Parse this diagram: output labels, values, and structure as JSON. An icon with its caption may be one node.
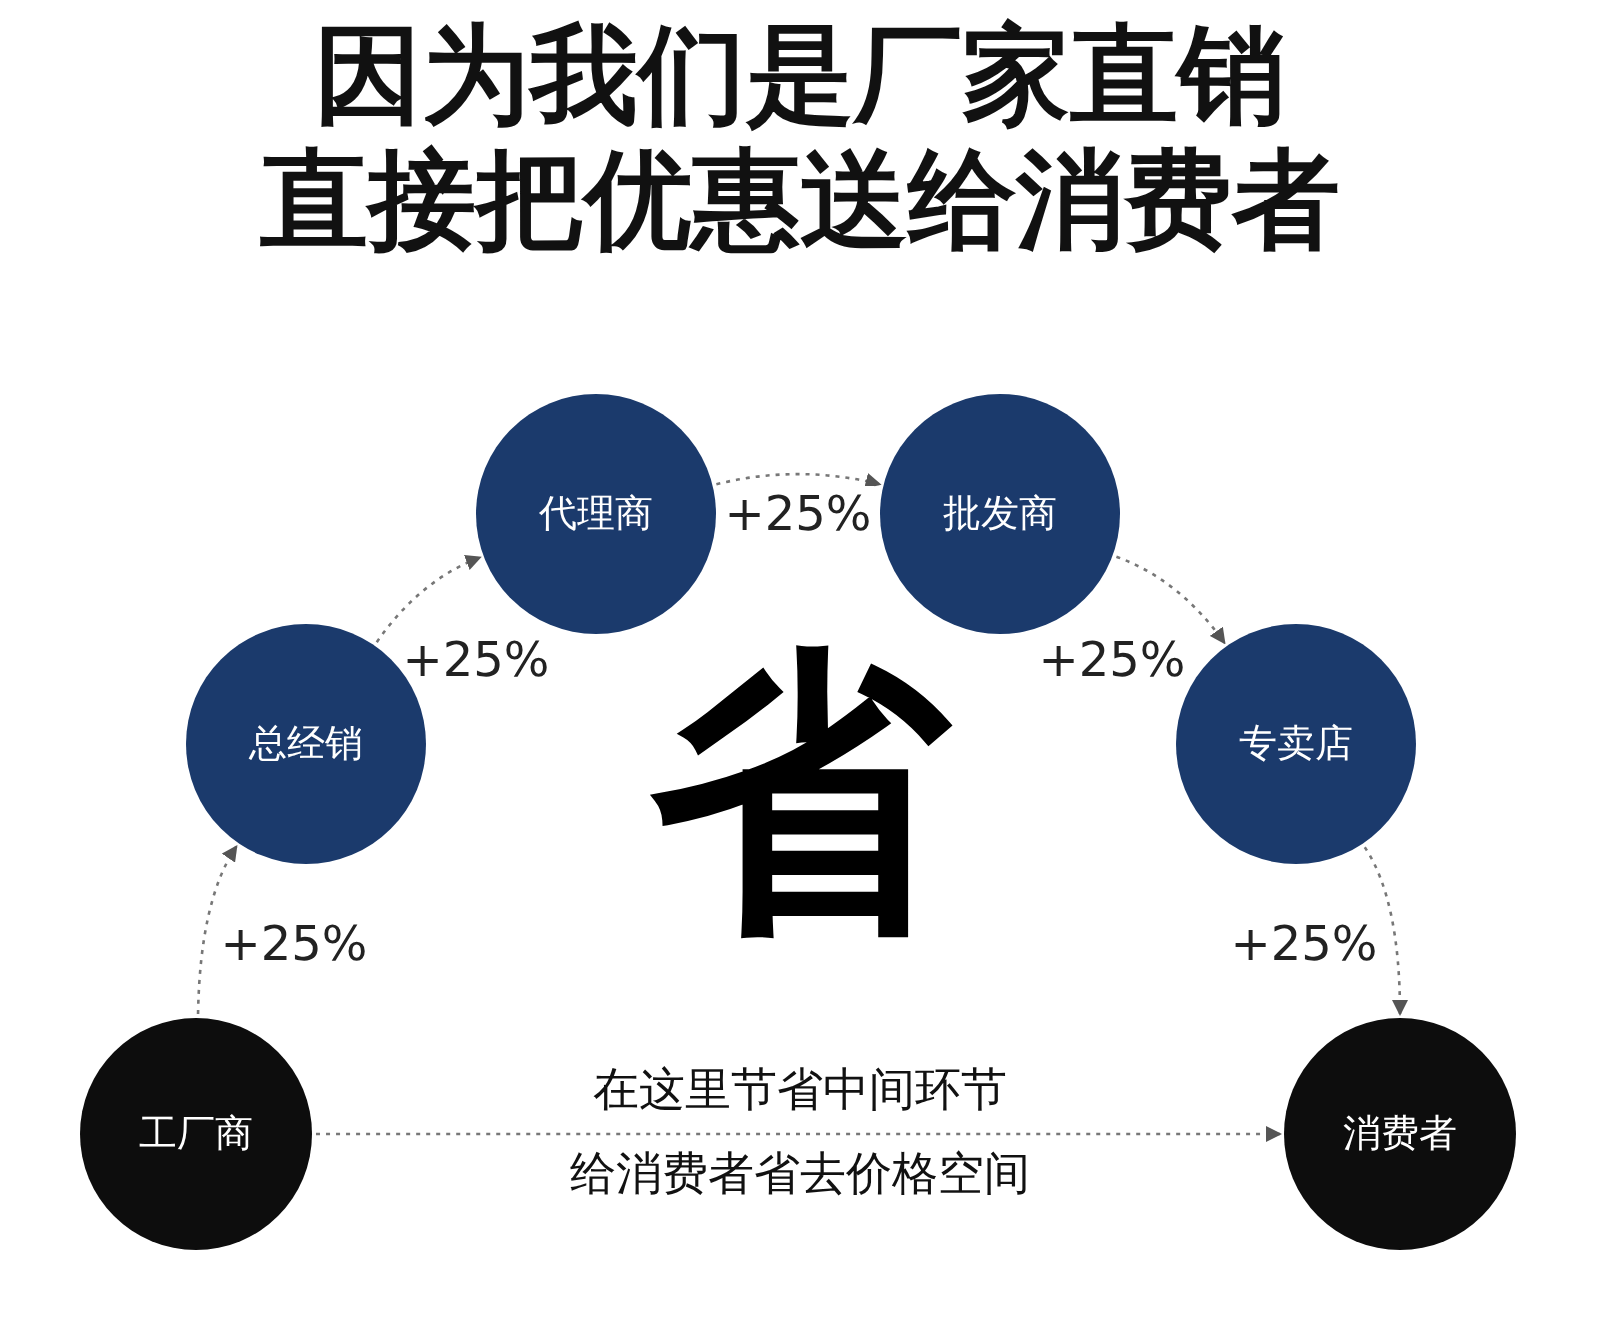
{
  "diagram": {
    "title": "因为我们是厂家直销",
    "nodes": [
      {
        "text": [
          "工厂商"
        ]
      },
      {
        "text": [
          "总经销"
        ]
      },
      {
        "text": [
          "代理商"
        ]
      },
      {
        "text": [
          "批发商"
        ]
      },
      {
        "text": [
          "专卖店"
        ]
      },
      {
        "text": [
          "消费者"
        ]
      }
    ],
    "edges": [
      {
        "from": 0,
        "to": 1,
        "arrow": "to",
        "label": "+25%"
      },
      {
        "from": 1,
        "to": 2,
        "arrow": "to",
        "label": "+25%"
      },
      {
        "from": 2,
        "to": 3,
        "arrow": "to",
        "label": "+25%"
      },
      {
        "from": 3,
        "to": 4,
        "arrow": "to",
        "label": "+25%"
      },
      {
        "from": 4,
        "to": 5,
        "arrow": "to",
        "label": "+25%"
      },
      {
        "from": 0,
        "to": 5,
        "arrow": "to"
      }
    ],
    "labels": [
      "直接把优惠送给消费者",
      "省",
      "在这里节省中间环节",
      "给消费者省去价格空间"
    ]
  }
}
